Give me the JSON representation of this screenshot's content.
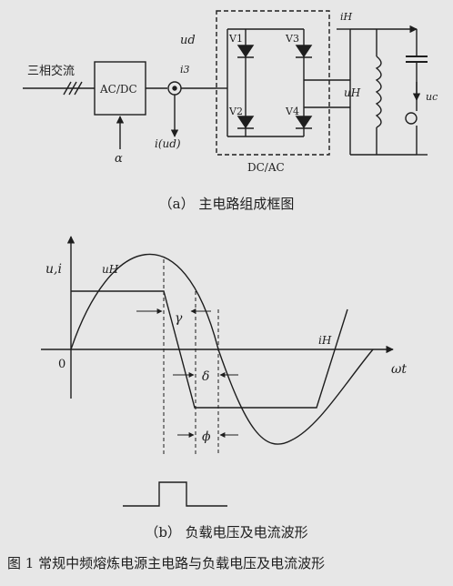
{
  "colors": {
    "paper": "#e7e7e7",
    "ink": "#1e1e1e"
  },
  "diagram": {
    "input_label": "三相交流",
    "rectifier": "AC/DC",
    "inverter": "DC/AC",
    "control_angle": "α",
    "dc_voltage": "ud",
    "dc_current": "i3",
    "sensor_out": "i(ud)",
    "thyristors": [
      "V1",
      "V3",
      "V2",
      "V4"
    ],
    "load_current": "iH",
    "load_voltage": "uH",
    "cap_voltage": "uc"
  },
  "caption_a": "（a）  主电路组成框图",
  "waveform": {
    "axis_y": "u,i",
    "origin": "0",
    "axis_x": "ωt",
    "voltage": "uH",
    "current": "iH",
    "gamma": "γ",
    "delta": "δ",
    "phi": "ϕ"
  },
  "caption_b": "（b）  负载电压及电流波形",
  "figure_caption": "图 1   常规中频熔炼电源主电路与负载电压及电流波形"
}
